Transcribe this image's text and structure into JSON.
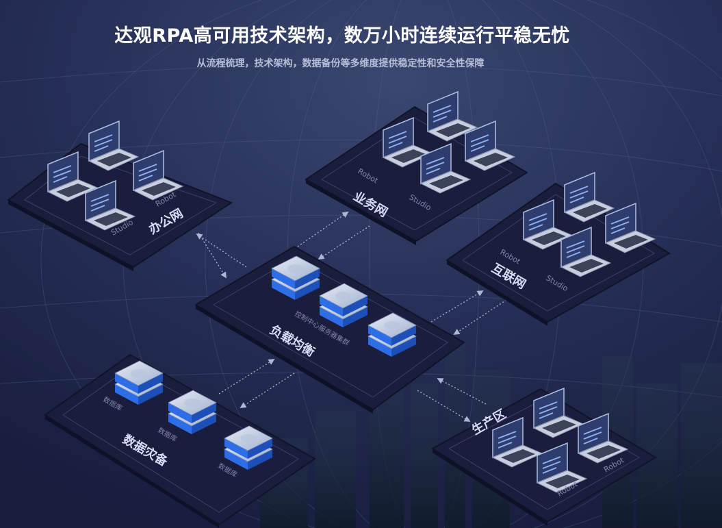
{
  "header": {
    "title": "达观RPA高可用技术架构，数万小时连续运行平稳无忧",
    "subtitle": "从流程梳理，技术架构，数据备份等多维度提供稳定性和安全性保障"
  },
  "zones": {
    "office": {
      "label": "办公网",
      "robot": "Robot",
      "studio": "Studio"
    },
    "business": {
      "label": "业务网",
      "robot": "Robot",
      "studio": "Studio"
    },
    "internet": {
      "label": "互联网",
      "robot": "Robot",
      "studio": "Studio"
    },
    "balancer": {
      "label": "负载均衡",
      "cluster": "控制中心服务器集群"
    },
    "backup": {
      "label": "数据灾备",
      "db": "数据库"
    },
    "production": {
      "label": "生产区",
      "robot1": "Robot",
      "robot2": "Robot"
    }
  },
  "colors": {
    "platform": "#1b1d3c",
    "accent": "#2d6ee8",
    "line": "#aeb6d3"
  },
  "icons": [
    "laptop-icon",
    "server-icon",
    "database-icon",
    "arrow-icon"
  ]
}
